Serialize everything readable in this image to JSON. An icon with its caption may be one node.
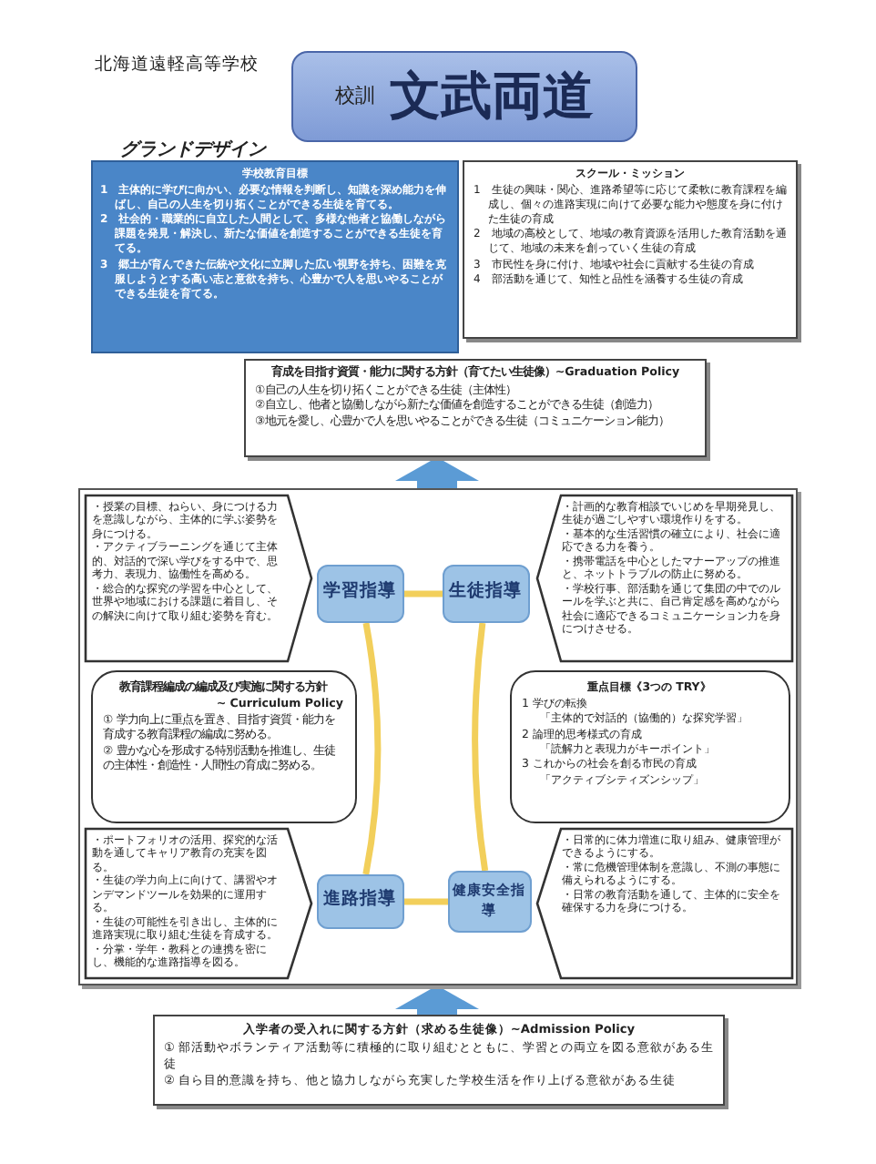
{
  "diagram": {
    "title": "グランドデザイン",
    "nodes": [
      {
        "text": [
          "校訓",
          "文武両道"
        ]
      },
      {
        "text": [
          "学校教育目標",
          "1　主体的に学びに向かい、必要な情報を判断し、知識を深め能力を伸ばし、自己の人生を切り拓くことができる生徒を育てる。",
          "2　社会的・職業的に自立した人間として、多様な他者と協働しながら課題を発見・解決し、新たな価値を創造することができる生徒を育てる。",
          "3　郷土が育んできた伝統や文化に立脚した広い視野を持ち、困難を克服しようとする高い志と意欲を持ち、心豊かで人を思いやることができる生徒を育てる。"
        ]
      },
      {
        "text": [
          "スクール・ミッション",
          "1　生徒の興味・関心、進路希望等に応じて柔軟に教育課程を編成し、個々の進路実現に向けて必要な能力や態度を身に付けた生徒の育成",
          "2　地域の高校として、地域の教育資源を活用した教育活動を通じて、地域の未来を創っていく生徒の育成",
          "3　市民性を身に付け、地域や社会に貢献する生徒の育成",
          "4　部活動を通じて、知性と品性を涵養する生徒の育成"
        ]
      },
      {
        "text": [
          "育成を目指す資質・能力に関する方針（育てたい生徒像）~Graduation Policy",
          "①自己の人生を切り拓くことができる生徒（主体性）",
          "②自立し、他者と協働しながら新たな価値を創造することができる生徒（創造力）",
          "③地元を愛し、心豊かで人を思いやることができる生徒（コミュニケーション能力）"
        ]
      },
      {
        "text": [],
        "shape": "box"
      },
      {
        "text": [
          "・授業の目標、ねらい、身につける力を意識しながら、主体的に学ぶ姿勢を身につける。",
          "・アクティブラーニングを通じて主体的、対話的で深い学びをする中で、思考力、表現力、協働性を高める。",
          "・総合的な探究の学習を中心として、世界や地域における課題に着目し、その解決に向けて取り組む姿勢を育む。"
        ],
        "in": 4
      },
      {
        "text": [
          "学習指導"
        ],
        "in": 4
      },
      {
        "text": [
          "生徒指導"
        ],
        "in": 4
      },
      {
        "text": [
          "・計画的な教育相談でいじめを早期発見し、生徒が過ごしやすい環境作りをする。",
          "・基本的な生活習慣の確立により、社会に適応できる力を養う。",
          "・携帯電話を中心としたマナーアップの推進と、ネットトラブルの防止に努める。",
          "・学校行事、部活動を通じて集団の中でのルールを学ぶと共に、自己肯定感を高めながら社会に適応できるコミュニケーション力を身につけさせる。"
        ],
        "in": 4
      },
      {
        "text": [
          "教育課程編成の編成及び実施に関する方針",
          "~ Curriculum Policy",
          "① 学力向上に重点を置き、目指す資質・能力を育成する教育課程の編成に努める。",
          "② 豊かな心を形成する特別活動を推進し、生徒の主体性・創造性・人間性の育成に努める。"
        ],
        "in": 4
      },
      {
        "text": [
          "重点目標《3つの TRY》",
          "1 学びの転換",
          "「主体的で対話的（協働的）な探究学習」",
          "2 論理的思考様式の育成",
          "「読解力と表現力がキーポイント」",
          "3 これからの社会を創る市民の育成",
          "「アクティブシティズンシップ」"
        ],
        "in": 4
      },
      {
        "text": [
          "・ポートフォリオの活用、探究的な活動を通してキャリア教育の充実を図る。",
          "・生徒の学力向上に向けて、講習やオンデマンドツールを効果的に運用する。",
          "・生徒の可能性を引き出し、主体的に進路実現に取り組む生徒を育成する。",
          "・分掌・学年・教科との連携を密にし、機能的な進路指導を図る。"
        ],
        "in": 4
      },
      {
        "text": [
          "進路指導"
        ],
        "in": 4
      },
      {
        "text": [
          "健康安全指導"
        ],
        "in": 4
      },
      {
        "text": [
          "・日常的に体力増進に取り組み、健康管理ができるようにする。",
          "・常に危機管理体制を意識し、不測の事態に備えられるようにする。",
          "・日常の教育活動を通して、主体的に安全を確保する力を身につける。"
        ],
        "in": 4
      },
      {
        "text": [
          "入学者の受入れに関する方針（求める生徒像）~Admission Policy",
          "① 部活動やボランティア活動等に積極的に取り組むとともに、学習との両立を図る意欲がある生徒",
          "② 自ら目的意識を持ち、他と協力しながら充実した学校生活を作り上げる意欲がある生徒"
        ]
      }
    ],
    "edges": [
      {
        "from": 15,
        "to": 4,
        "arrow": "to",
        "style": "thick",
        "color": "#5b9bd5"
      },
      {
        "from": 4,
        "to": 3,
        "arrow": "to",
        "style": "thick",
        "color": "#5b9bd5"
      },
      {
        "from": 6,
        "to": 7,
        "arrow": "none"
      },
      {
        "from": 7,
        "to": 13,
        "arrow": "none"
      },
      {
        "from": 13,
        "to": 12,
        "arrow": "none"
      },
      {
        "from": 12,
        "to": 6,
        "arrow": "none"
      }
    ],
    "labels": [
      "北海道遠軽高等学校"
    ]
  }
}
